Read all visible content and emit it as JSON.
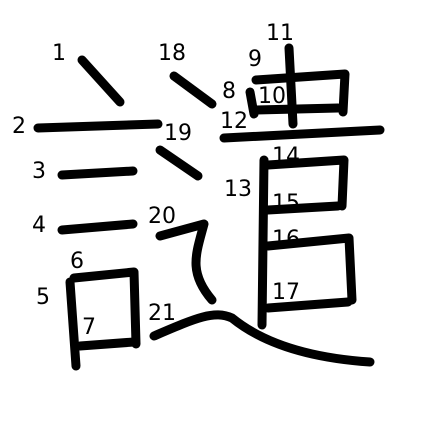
{
  "diagram": {
    "stroke_color": "#000000",
    "background": "#ffffff",
    "stroke_numbers": [
      "1",
      "2",
      "3",
      "4",
      "5",
      "6",
      "7",
      "8",
      "9",
      "10",
      "11",
      "12",
      "13",
      "14",
      "15",
      "16",
      "17",
      "18",
      "19",
      "20",
      "21"
    ]
  }
}
